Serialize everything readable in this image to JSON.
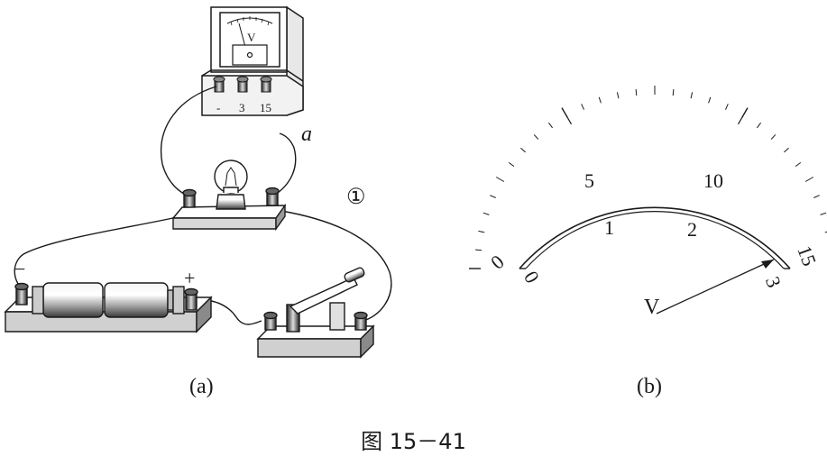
{
  "voltmeter": {
    "dial_symbol": "V",
    "terminals": [
      "-",
      "3",
      "15"
    ]
  },
  "labels": {
    "wire_a": "a",
    "circled_one": "①",
    "battery_minus": "−",
    "battery_plus": "+",
    "sub_a": "(a)",
    "sub_b": "(b)"
  },
  "dial": {
    "upper_scale": [
      "0",
      "5",
      "10",
      "15"
    ],
    "lower_scale": [
      "0",
      "1",
      "2",
      "3"
    ],
    "pointer_label": "V"
  },
  "caption": "图 15－41"
}
